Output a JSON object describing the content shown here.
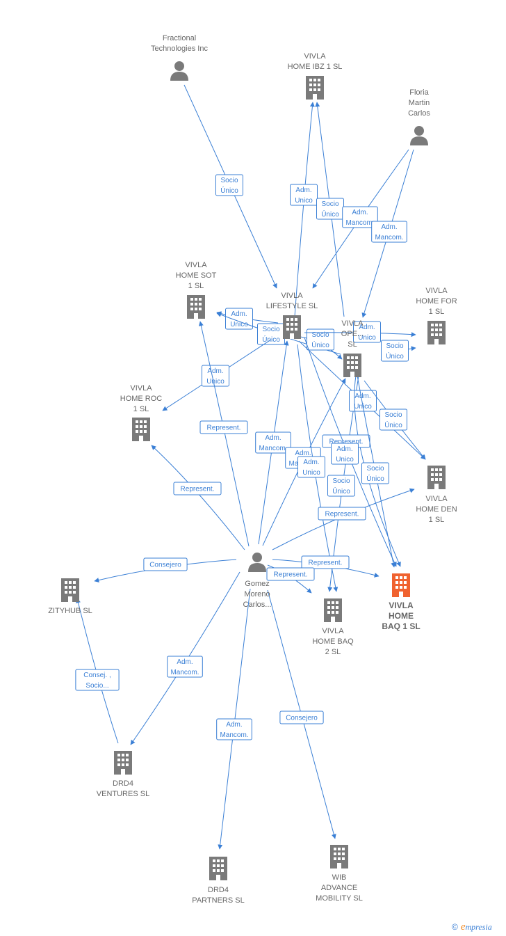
{
  "nodes": [
    {
      "id": "fractional",
      "type": "person",
      "lines": [
        "Fractional",
        "Technologies Inc"
      ],
      "color": "#7a7a7a"
    },
    {
      "id": "floria",
      "type": "person",
      "lines": [
        "Floria",
        "Martin",
        "Carlos"
      ],
      "color": "#7a7a7a"
    },
    {
      "id": "gomez",
      "type": "person",
      "lines": [
        "Gomez",
        "Moreno",
        "Carlos..."
      ],
      "color": "#7a7a7a"
    },
    {
      "id": "ibz",
      "type": "company",
      "lines": [
        "VIVLA",
        "HOME IBZ 1  SL"
      ],
      "color": "#7a7a7a"
    },
    {
      "id": "lifestyle",
      "type": "company",
      "lines": [
        "VIVLA",
        "LIFESTYLE  SL"
      ],
      "color": "#7a7a7a"
    },
    {
      "id": "sot",
      "type": "company",
      "lines": [
        "VIVLA",
        "HOME SOT",
        "1  SL"
      ],
      "color": "#7a7a7a"
    },
    {
      "id": "ope",
      "type": "company",
      "lines": [
        "VIVLA",
        "OPE...",
        "SL"
      ],
      "color": "#7a7a7a"
    },
    {
      "id": "for",
      "type": "company",
      "lines": [
        "VIVLA",
        "HOME FOR",
        "1  SL"
      ],
      "color": "#7a7a7a"
    },
    {
      "id": "roc",
      "type": "company",
      "lines": [
        "VIVLA",
        "HOME ROC",
        "1  SL"
      ],
      "color": "#7a7a7a"
    },
    {
      "id": "den",
      "type": "company",
      "lines": [
        "VIVLA",
        "HOME DEN",
        "1  SL"
      ],
      "color": "#7a7a7a"
    },
    {
      "id": "zityhub",
      "type": "company",
      "lines": [
        "ZITYHUB  SL"
      ],
      "color": "#7a7a7a"
    },
    {
      "id": "baq2",
      "type": "company",
      "lines": [
        "VIVLA",
        "HOME BAQ",
        "2  SL"
      ],
      "color": "#7a7a7a"
    },
    {
      "id": "baq1",
      "type": "company",
      "lines": [
        "VIVLA",
        "HOME",
        "BAQ 1  SL"
      ],
      "color": "#f0622f",
      "focus": true
    },
    {
      "id": "drd4v",
      "type": "company",
      "lines": [
        "DRD4",
        "VENTURES  SL"
      ],
      "color": "#7a7a7a"
    },
    {
      "id": "drd4p",
      "type": "company",
      "lines": [
        "DRD4",
        "PARTNERS  SL"
      ],
      "color": "#7a7a7a"
    },
    {
      "id": "wib",
      "type": "company",
      "lines": [
        "WIB",
        "ADVANCE",
        "MOBILITY  SL"
      ],
      "color": "#7a7a7a"
    }
  ],
  "edges": [
    {
      "from": "fractional",
      "to": "lifestyle",
      "lines": [
        "Socio",
        "Único"
      ]
    },
    {
      "from": "lifestyle",
      "to": "ibz",
      "lines": [
        "Adm.",
        "Unico"
      ]
    },
    {
      "from": "ope",
      "to": "ibz",
      "lines": [
        "Socio",
        "Único"
      ]
    },
    {
      "from": "floria",
      "to": "lifestyle",
      "lines": [
        "Adm.",
        "Mancom."
      ]
    },
    {
      "from": "floria",
      "to": "ope",
      "lines": [
        "Adm.",
        "Mancom."
      ]
    },
    {
      "from": "lifestyle",
      "to": "sot",
      "lines": [
        "Adm.",
        "Unico"
      ]
    },
    {
      "from": "ope",
      "to": "sot",
      "lines": [
        "Socio",
        "Único"
      ]
    },
    {
      "from": "lifestyle",
      "to": "ope",
      "lines": [
        "Socio",
        "Único"
      ]
    },
    {
      "from": "lifestyle",
      "to": "for",
      "lines": [
        "Adm.",
        "Unico"
      ]
    },
    {
      "from": "ope",
      "to": "for",
      "lines": [
        "Socio",
        "Único"
      ]
    },
    {
      "from": "lifestyle",
      "to": "roc",
      "lines": [
        "Adm.",
        "Unico"
      ]
    },
    {
      "from": "gomez",
      "to": "sot",
      "lines": [
        "Represent."
      ]
    },
    {
      "from": "gomez",
      "to": "roc",
      "lines": [
        "Represent."
      ]
    },
    {
      "from": "gomez",
      "to": "lifestyle",
      "lines": [
        "Adm.",
        "Mancom."
      ]
    },
    {
      "from": "gomez",
      "to": "ope",
      "lines": [
        "Adm.",
        "Mancom."
      ]
    },
    {
      "from": "lifestyle",
      "to": "baq2",
      "lines": [
        "Adm.",
        "Unico"
      ]
    },
    {
      "from": "ope",
      "to": "baq2",
      "lines": [
        "Socio",
        "Único"
      ]
    },
    {
      "from": "lifestyle",
      "to": "den",
      "lines": [
        "Adm.",
        "Unico"
      ]
    },
    {
      "from": "ope",
      "to": "den",
      "lines": [
        "Socio",
        "Único"
      ]
    },
    {
      "from": "ope",
      "to": "baq1",
      "lines": [
        "Represent."
      ]
    },
    {
      "from": "lifestyle",
      "to": "baq1",
      "lines": [
        "Adm.",
        "Unico"
      ]
    },
    {
      "from": "ope",
      "to": "baq1b",
      "lines": [
        "Socio",
        "Único"
      ]
    },
    {
      "from": "gomez",
      "to": "den",
      "lines": [
        "Represent."
      ]
    },
    {
      "from": "gomez",
      "to": "baq1",
      "lines": [
        "Represent."
      ]
    },
    {
      "from": "gomez",
      "to": "baq2",
      "lines": [
        "Represent."
      ]
    },
    {
      "from": "gomez",
      "to": "zityhub",
      "lines": [
        "Consejero"
      ]
    },
    {
      "from": "drd4v",
      "to": "zityhub",
      "lines": [
        "Consej. ,",
        "Socio..."
      ]
    },
    {
      "from": "gomez",
      "to": "drd4v",
      "lines": [
        "Adm.",
        "Mancom."
      ]
    },
    {
      "from": "gomez",
      "to": "drd4p",
      "lines": [
        "Adm.",
        "Mancom."
      ]
    },
    {
      "from": "gomez",
      "to": "wib",
      "lines": [
        "Consejero"
      ]
    }
  ],
  "brand": {
    "copyright": "©",
    "initial": "e",
    "rest": "mpresia"
  }
}
